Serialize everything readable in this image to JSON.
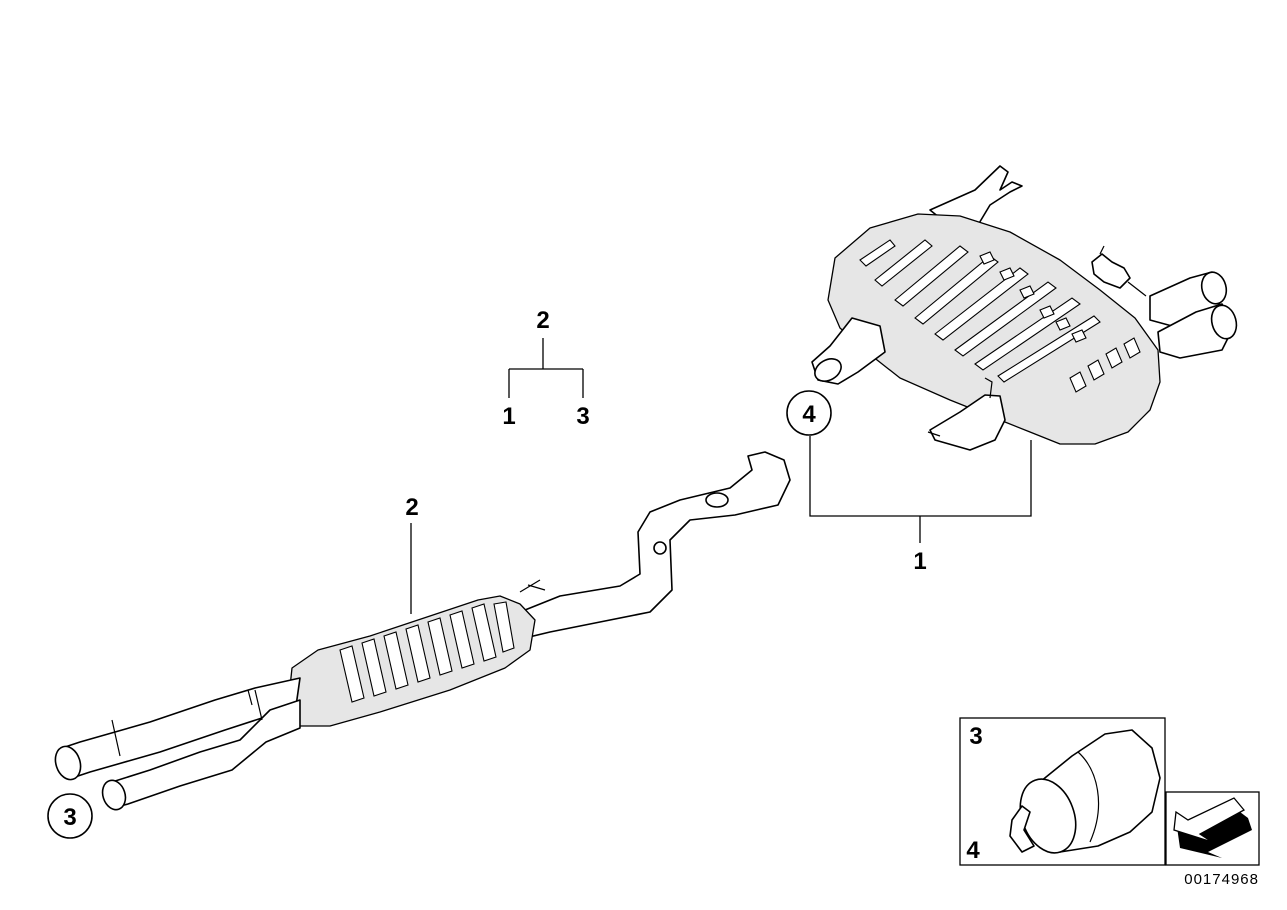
{
  "diagram": {
    "tree_labels": {
      "root": "2",
      "left_child": "1",
      "right_child": "3"
    },
    "middle_muffler": {
      "label": "2",
      "callout": "3"
    },
    "rear_muffler": {
      "label": "1",
      "callout": "4"
    },
    "inset": {
      "label_top": "3",
      "label_bottom": "4"
    },
    "reference_number": "00174968"
  }
}
